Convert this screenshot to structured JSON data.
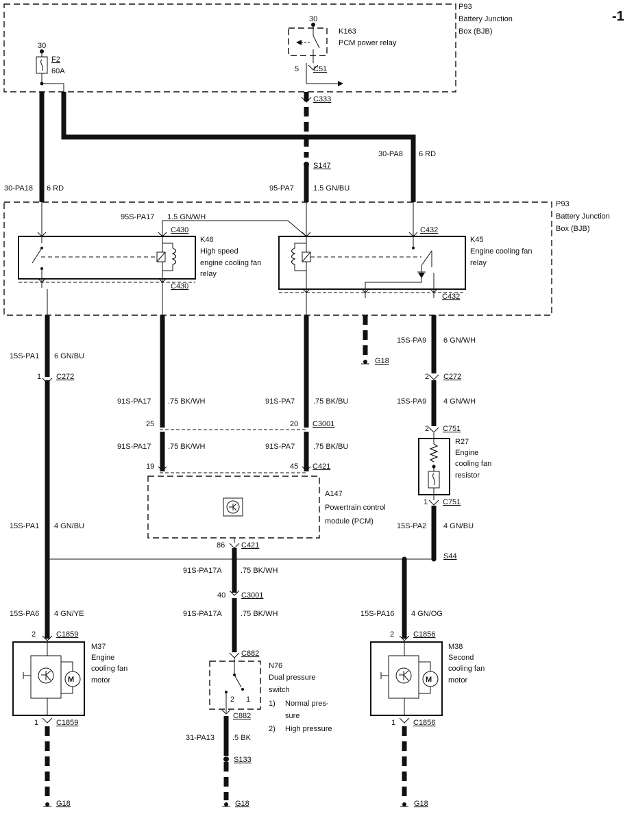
{
  "page_number": "-1",
  "bjb_top": {
    "id": "P93",
    "name_line1": "Battery Junction",
    "name_line2": "Box (BJB)"
  },
  "bjb_mid": {
    "id": "P93",
    "name_line1": "Battery Junction",
    "name_line2": "Box (BJB)"
  },
  "fuse": {
    "pin": "30",
    "id": "F2",
    "rating": "60A"
  },
  "k163": {
    "pin_top": "30",
    "id": "K163",
    "name": "PCM power relay",
    "pin_bottom": "5",
    "connector": "C51"
  },
  "connectors": {
    "c333": "C333",
    "s147": "S147",
    "c430_top": "C430",
    "c430_bot": "C430",
    "c432_top": "C432",
    "c432_bot": "C432",
    "g18_mid": "G18",
    "c272_left": "C272",
    "c272_right": "C272",
    "c3001_top": "C3001",
    "c421_top": "C421",
    "c751_top": "C751",
    "c751_bot": "C751",
    "c421_bot": "C421",
    "s44": "S44",
    "c3001_bot": "C3001",
    "c1859_top": "C1859",
    "c1859_bot": "C1859",
    "c882_top": "C882",
    "c882_bot": "C882",
    "c1856_top": "C1856",
    "c1856_bot": "C1856",
    "s133": "S133",
    "g18_left": "G18",
    "g18_center": "G18",
    "g18_right": "G18"
  },
  "pins": {
    "c272_left": "1",
    "c272_right": "2",
    "c3001_left": "25",
    "c3001_right": "20",
    "c421_left": "19",
    "c421_right": "45",
    "c751_top": "2",
    "c751_bot": "1",
    "c421_bot": "86",
    "c3001_bot": "40",
    "c1859_top": "2",
    "c1859_bot": "1",
    "c1856_top": "2",
    "c1856_bot": "1",
    "n76_pos2": "2",
    "n76_pos1": "1"
  },
  "wires": {
    "pa18": {
      "circuit": "30-PA18",
      "spec": "6 RD"
    },
    "pa7_top": {
      "circuit": "95-PA7",
      "spec": "1.5 GN/BU"
    },
    "pa8": {
      "circuit": "30-PA8",
      "spec": "6 RD"
    },
    "pa17_top": {
      "circuit": "95S-PA17",
      "spec": "1.5 GN/WH"
    },
    "pa1_top": {
      "circuit": "15S-PA1",
      "spec": "6 GN/BU"
    },
    "pa9_top": {
      "circuit": "15S-PA9",
      "spec": "6 GN/WH"
    },
    "pa17_a": {
      "circuit": "91S-PA17",
      "spec": ".75 BK/WH"
    },
    "pa7_a": {
      "circuit": "91S-PA7",
      "spec": ".75 BK/BU"
    },
    "pa9_mid": {
      "circuit": "15S-PA9",
      "spec": "4 GN/WH"
    },
    "pa17_b": {
      "circuit": "91S-PA17",
      "spec": ".75 BK/WH"
    },
    "pa7_b": {
      "circuit": "91S-PA7",
      "spec": ".75 BK/BU"
    },
    "pa1_mid": {
      "circuit": "15S-PA1",
      "spec": "4 GN/BU"
    },
    "pa2": {
      "circuit": "15S-PA2",
      "spec": "4 GN/BU"
    },
    "pa17a_a": {
      "circuit": "91S-PA17A",
      "spec": ".75 BK/WH"
    },
    "pa6": {
      "circuit": "15S-PA6",
      "spec": "4 GN/YE"
    },
    "pa17a_b": {
      "circuit": "91S-PA17A",
      "spec": ".75 BK/WH"
    },
    "pa16": {
      "circuit": "15S-PA16",
      "spec": "4 GN/OG"
    },
    "pa13": {
      "circuit": "31-PA13",
      "spec": ".5 BK"
    }
  },
  "k46": {
    "id": "K46",
    "l1": "High speed",
    "l2": "engine cooling fan",
    "l3": "relay"
  },
  "k45": {
    "id": "K45",
    "l1": "Engine cooling fan",
    "l2": "relay"
  },
  "r27": {
    "id": "R27",
    "l1": "Engine",
    "l2": "cooling fan",
    "l3": "resistor"
  },
  "a147": {
    "id": "A147",
    "l1": "Powertrain control",
    "l2": "module (PCM)"
  },
  "m37": {
    "id": "M37",
    "l1": "Engine",
    "l2": "cooling fan",
    "l3": "motor"
  },
  "m38": {
    "id": "M38",
    "l1": "Second",
    "l2": "cooling fan",
    "l3": "motor"
  },
  "n76": {
    "id": "N76",
    "l1": "Dual pressure",
    "l2": "switch",
    "opt1_num": "1)",
    "opt1_a": "Normal pres-",
    "opt1_b": "sure",
    "opt2_num": "2)",
    "opt2": "High pressure"
  }
}
